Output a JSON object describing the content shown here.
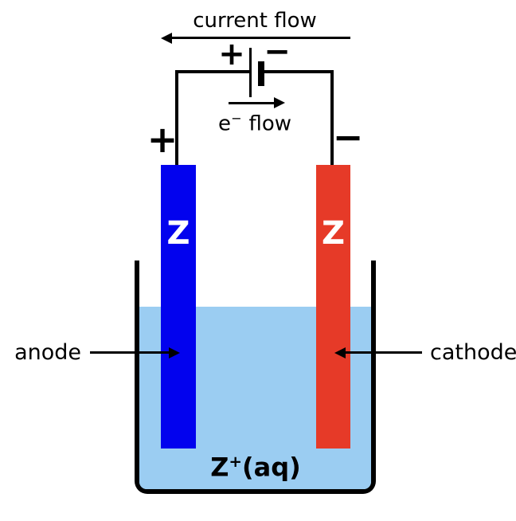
{
  "diagram": {
    "type": "electrolytic-cell",
    "current_flow_label": "current flow",
    "electron_flow": {
      "base": "e",
      "superscript": "−",
      "suffix": "flow"
    },
    "battery": {
      "positive_label": "+",
      "negative_label": "−"
    },
    "terminals": {
      "anode_sign": "+",
      "cathode_sign": "−"
    },
    "electrodes": {
      "anode": {
        "label": "Z",
        "color": "#0202ee",
        "annotation": "anode"
      },
      "cathode": {
        "label": "Z",
        "color": "#e63a28",
        "annotation": "cathode"
      }
    },
    "solution": {
      "color": "#9bcdf2",
      "formula": {
        "base": "Z",
        "superscript": "+",
        "suffix": "(aq)"
      }
    },
    "colors": {
      "wire": "#000000",
      "electrode_text": "#ffffff",
      "background": "#ffffff"
    }
  }
}
